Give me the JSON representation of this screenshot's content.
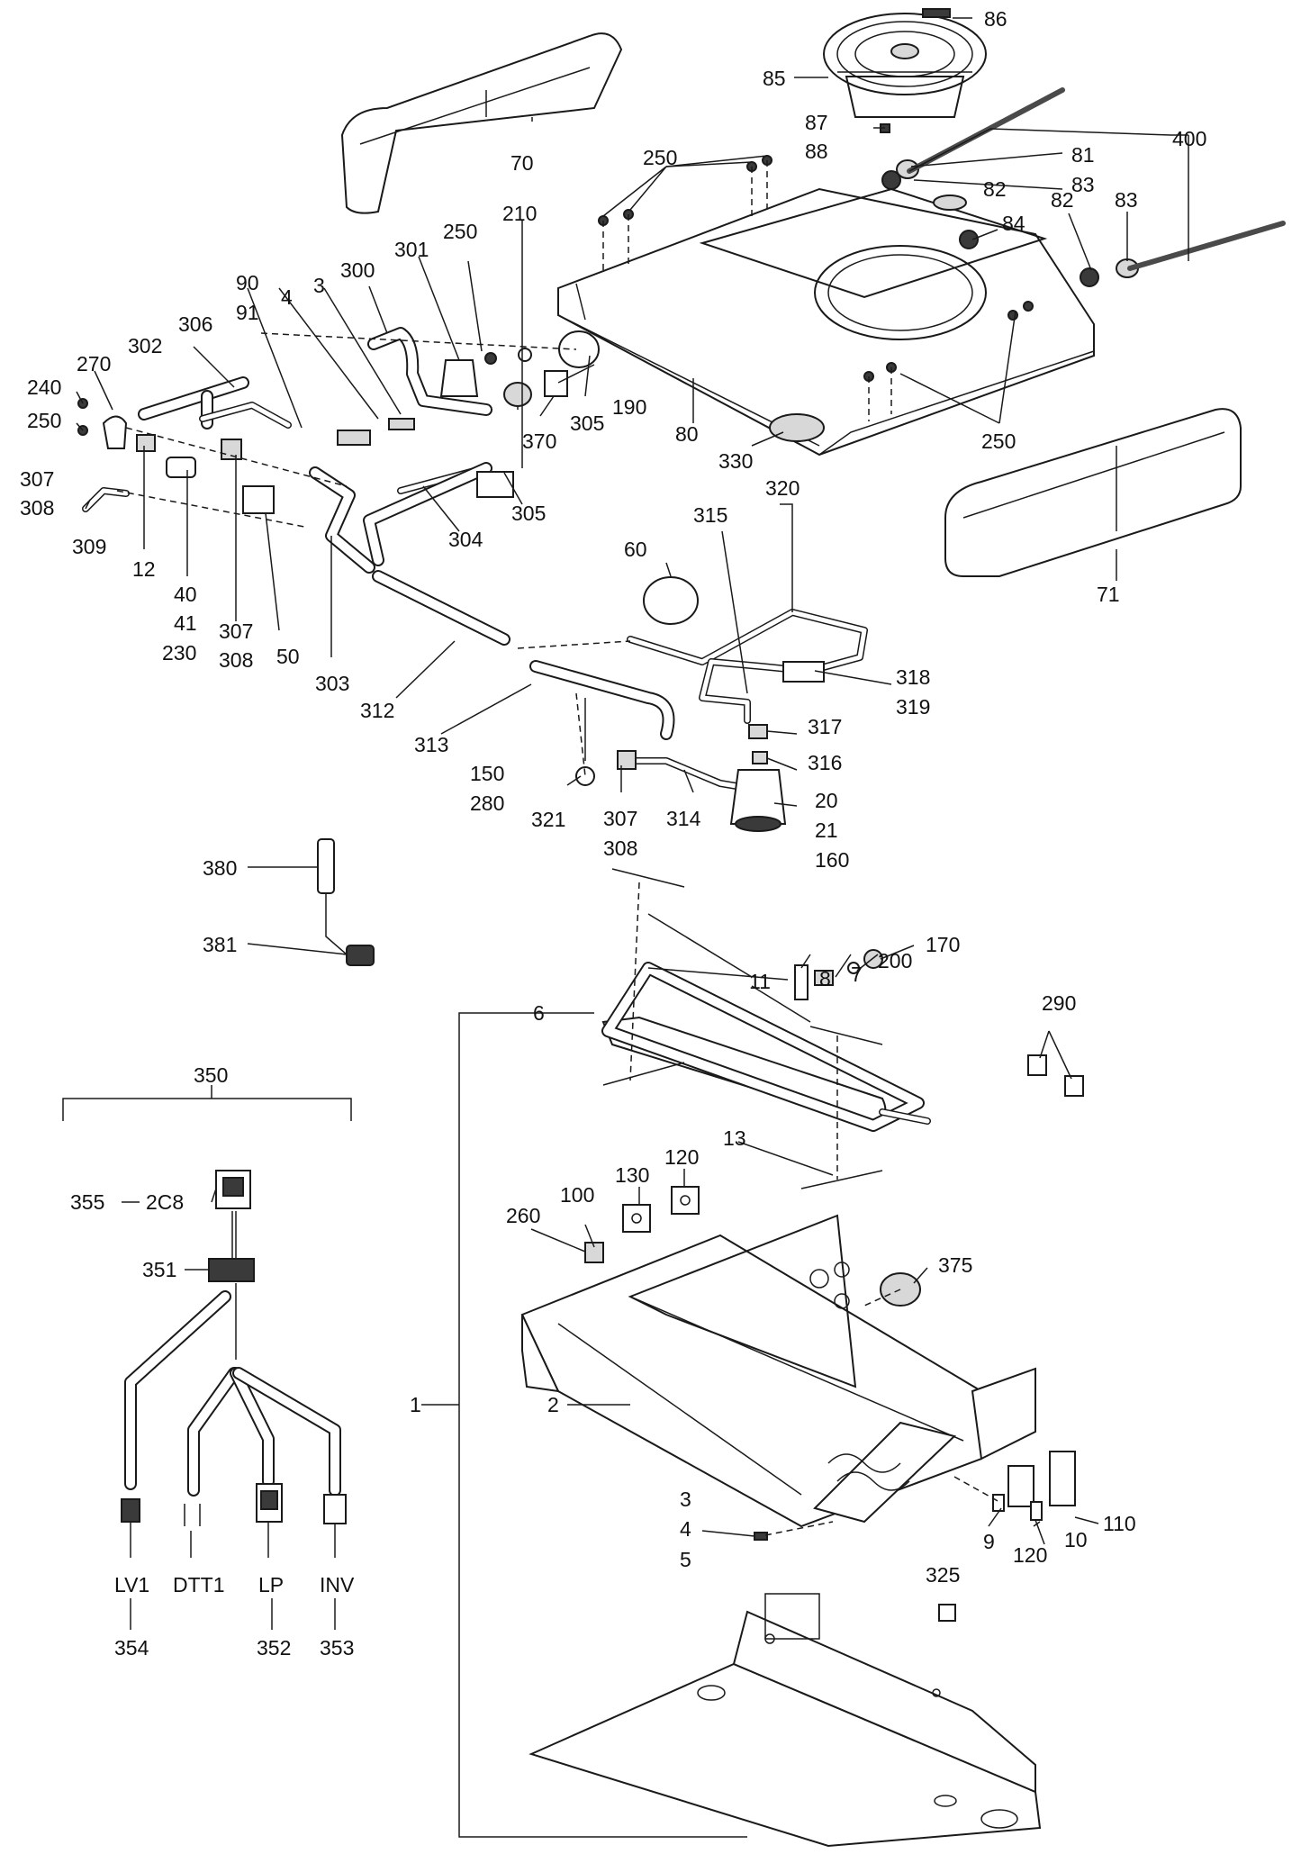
{
  "callouts": {
    "c86": "86",
    "c85": "85",
    "c87": "87",
    "c88": "88",
    "c400": "400",
    "c81": "81",
    "c83a": "83",
    "c82a": "82",
    "c84": "84",
    "c82b": "82",
    "c83b": "83",
    "c70": "70",
    "c250a": "250",
    "c210": "210",
    "c250b": "250",
    "c301": "301",
    "c300": "300",
    "c90": "90",
    "c91": "91",
    "c3a": "3",
    "c4a": "4",
    "c306": "306",
    "c302": "302",
    "c270": "270",
    "c240": "240",
    "c250c": "250",
    "c190": "190",
    "c305a": "305",
    "c370": "370",
    "c80": "80",
    "c330": "330",
    "c250d": "250",
    "c307a": "307",
    "c308a": "308",
    "c309": "309",
    "c12": "12",
    "c40": "40",
    "c41": "41",
    "c230": "230",
    "c307b": "307",
    "c308b": "308",
    "c50": "50",
    "c303": "303",
    "c304": "304",
    "c305b": "305",
    "c71": "71",
    "c60": "60",
    "c315": "315",
    "c320": "320",
    "c318": "318",
    "c319": "319",
    "c312": "312",
    "c313": "313",
    "c150": "150",
    "c280": "280",
    "c317": "317",
    "c316": "316",
    "c321": "321",
    "c307c": "307",
    "c308c": "308",
    "c314": "314",
    "c20": "20",
    "c21": "21",
    "c160": "160",
    "c380": "380",
    "c381": "381",
    "c170": "170",
    "c8": "8",
    "c7": "7",
    "c200": "200",
    "c11": "11",
    "c6": "6",
    "c290": "290",
    "c350": "350",
    "c13": "13",
    "c355": "355",
    "c2C8": "2C8",
    "c130": "130",
    "c120a": "120",
    "c260": "260",
    "c100": "100",
    "c375": "375",
    "c351": "351",
    "c1": "1",
    "c2": "2",
    "c3b": "3",
    "c4b": "4",
    "c5": "5",
    "c110": "110",
    "c9": "9",
    "c120b": "120",
    "c10": "10",
    "c325": "325",
    "cLV1": "LV1",
    "cDTT1": "DTT1",
    "cLP": "LP",
    "cINV": "INV",
    "c354": "354",
    "c352": "352",
    "c353": "353"
  }
}
